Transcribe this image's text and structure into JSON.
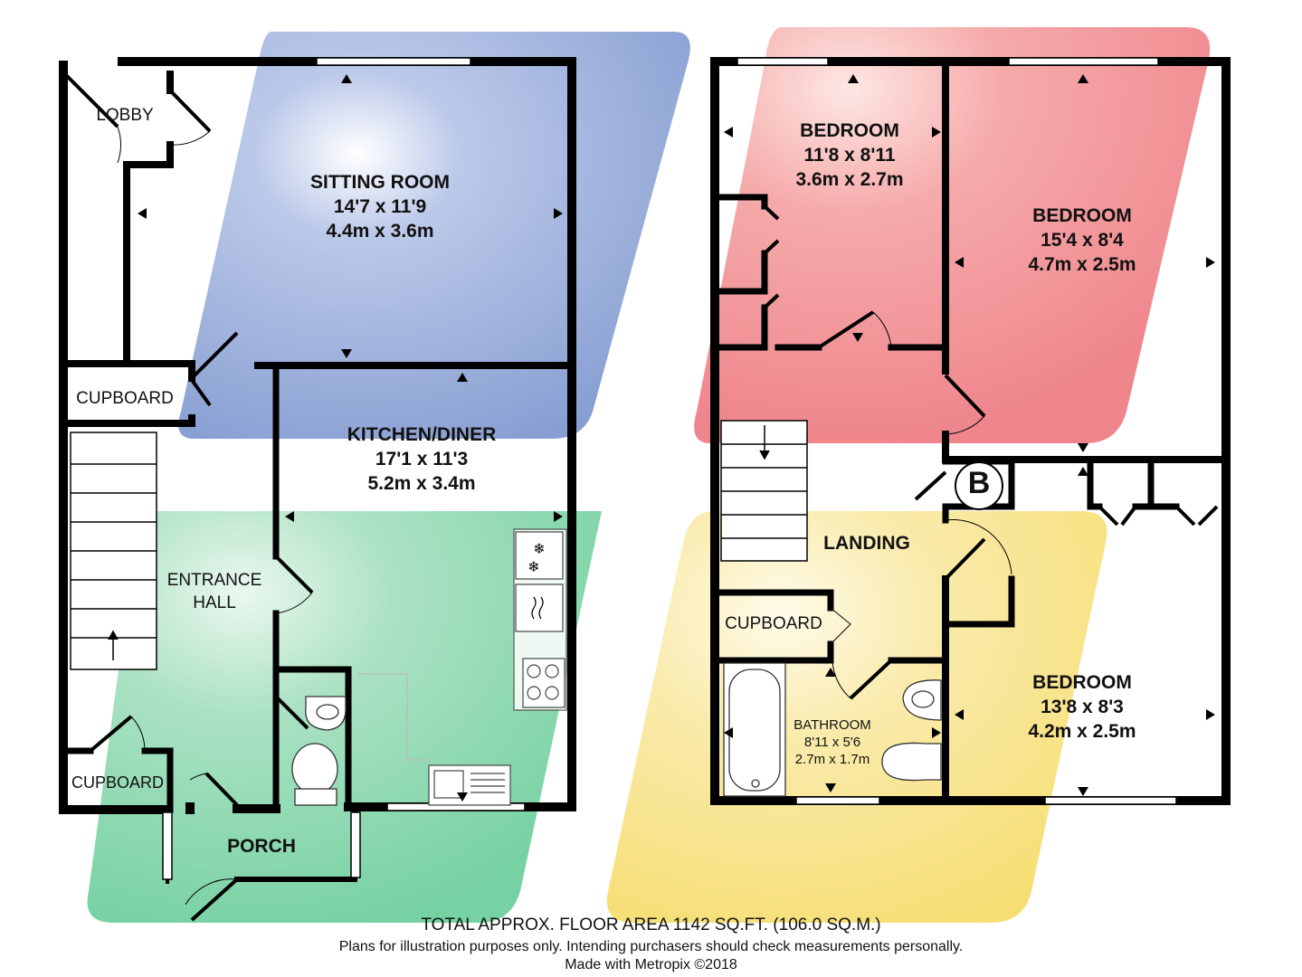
{
  "rooms": {
    "lobby": {
      "name": "LOBBY"
    },
    "sitting_room": {
      "name": "SITTING ROOM",
      "imperial": "14'7 x 11'9",
      "metric": "4.4m x 3.6m"
    },
    "cupboard_hall": {
      "name": "CUPBOARD"
    },
    "kitchen_diner": {
      "name": "KITCHEN/DINER",
      "imperial": "17'1 x 11'3",
      "metric": "5.2m x 3.4m"
    },
    "entrance_hall": {
      "line1": "ENTRANCE",
      "line2": "HALL"
    },
    "cupboard_porch": {
      "name": "CUPBOARD"
    },
    "porch": {
      "name": "PORCH"
    },
    "bedroom_1": {
      "name": "BEDROOM",
      "imperial": "11'8 x 8'11",
      "metric": "3.6m x 2.7m"
    },
    "bedroom_2": {
      "name": "BEDROOM",
      "imperial": "15'4 x 8'4",
      "metric": "4.7m x 2.5m"
    },
    "landing": {
      "name": "LANDING"
    },
    "boiler": {
      "name": "B"
    },
    "cupboard_landing": {
      "name": "CUPBOARD"
    },
    "bathroom": {
      "name": "BATHROOM",
      "imperial": "8'11 x 5'6",
      "metric": "2.7m x 1.7m"
    },
    "bedroom_3": {
      "name": "BEDROOM",
      "imperial": "13'8 x 8'3",
      "metric": "4.2m x 2.5m"
    }
  },
  "footer": {
    "total_area": "TOTAL APPROX. FLOOR AREA 1142 SQ.FT. (106.0 SQ.M.)",
    "disclaimer": "Plans for illustration purposes only. Intending purchasers should check measurements personally.",
    "credit": "Made with Metropix ©2018"
  },
  "colors": {
    "blue_tile": "#7f98cf",
    "red_tile": "#ee7f86",
    "green_tile": "#6fcf9d",
    "yellow_tile": "#f6dc6a",
    "wall": "#000000",
    "window": "#ffffff"
  }
}
